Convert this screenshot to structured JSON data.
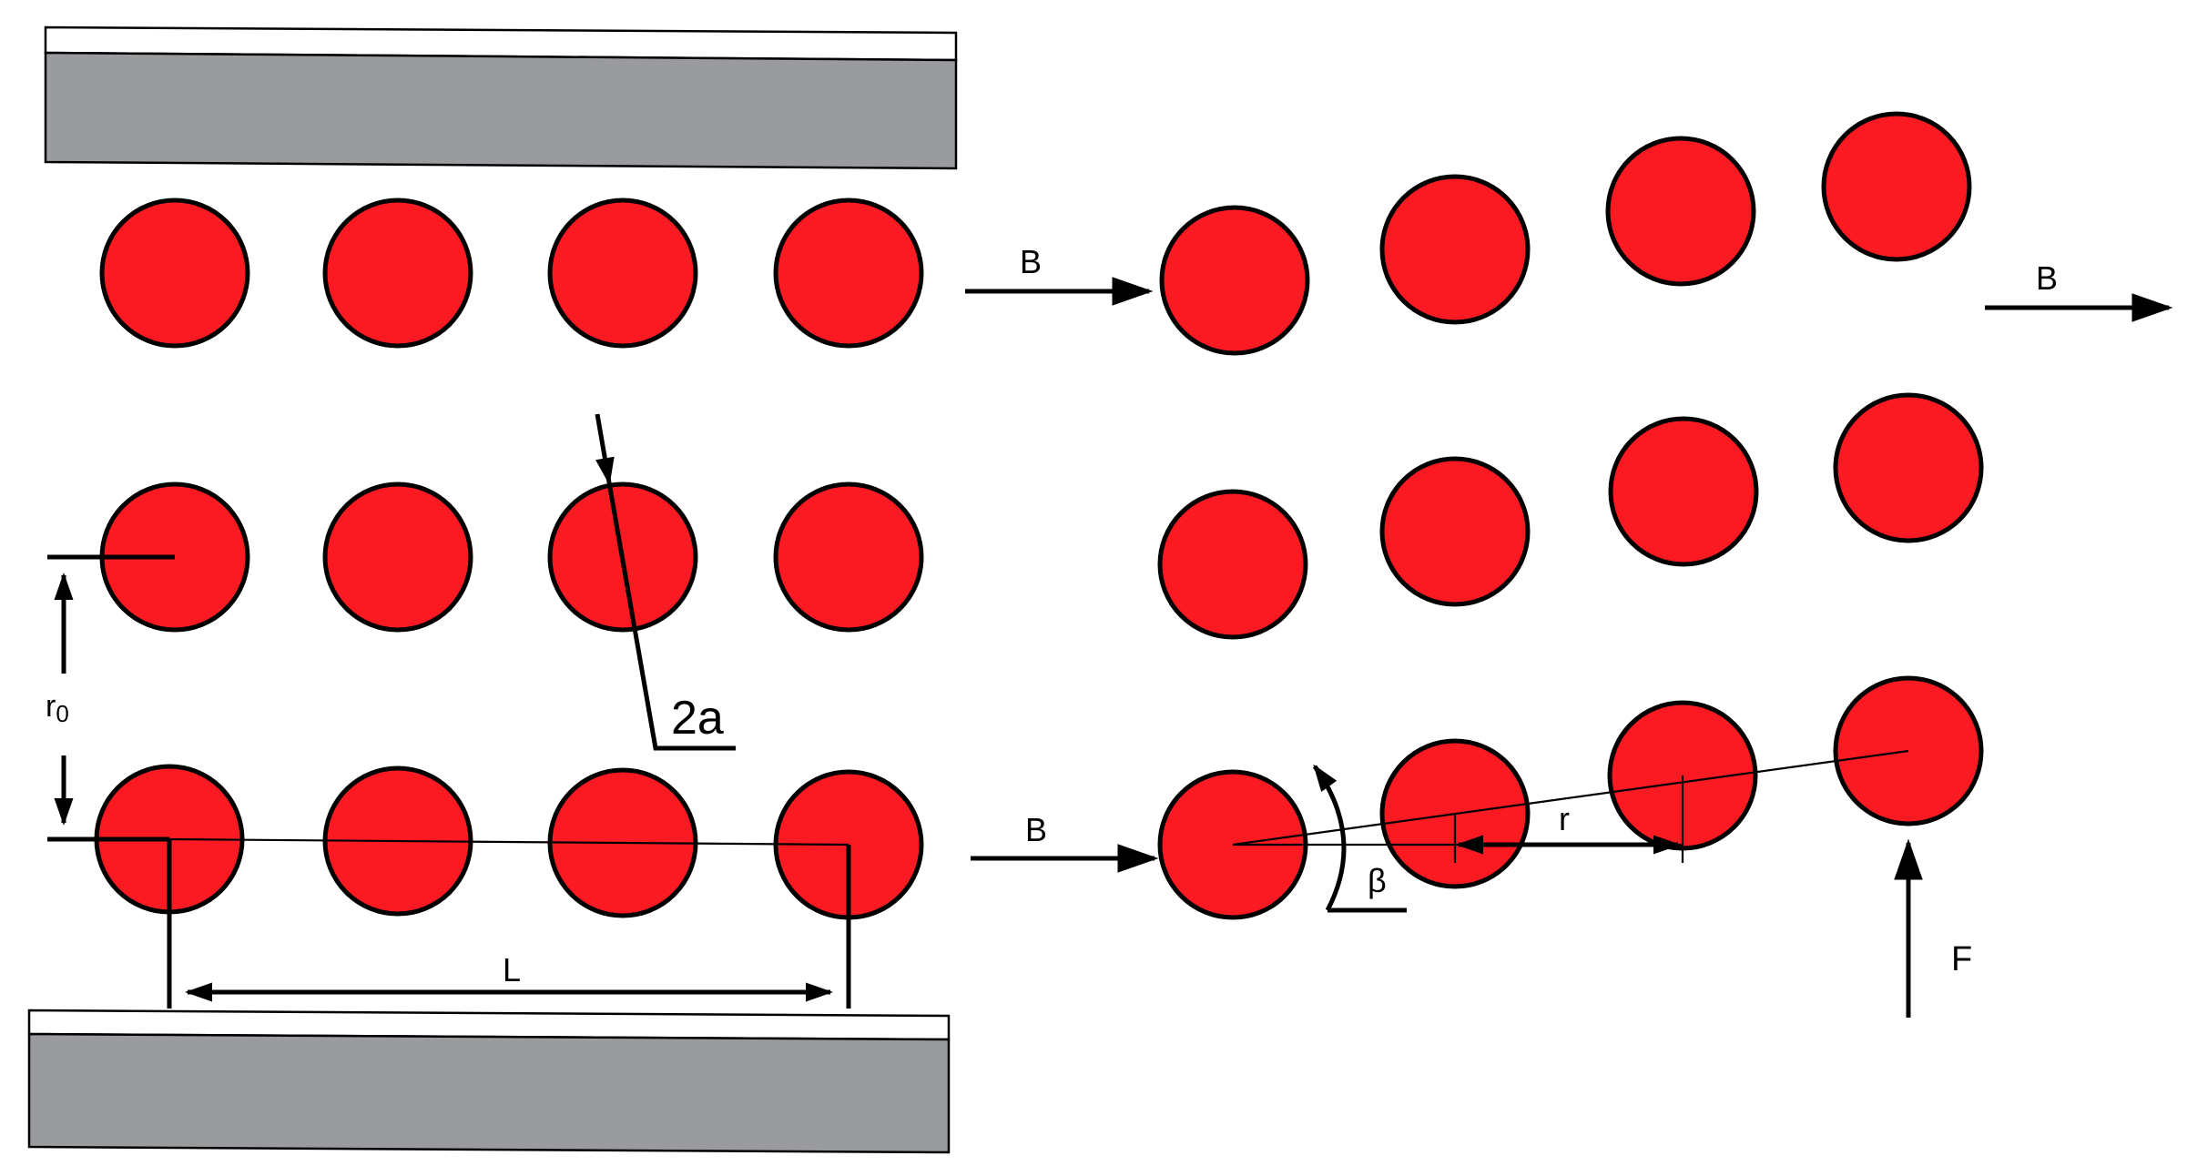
{
  "labels": {
    "field_B": "B",
    "radius_r0": "r",
    "radius_r0_subscript": "0",
    "diameter_2a": "2a",
    "spacing_L": "L",
    "angle_beta": "β",
    "distance_r": "r",
    "force_F": "F"
  },
  "colors": {
    "particle": "#fb1a22",
    "plate": "#9a9b9e",
    "outline": "#000000"
  }
}
